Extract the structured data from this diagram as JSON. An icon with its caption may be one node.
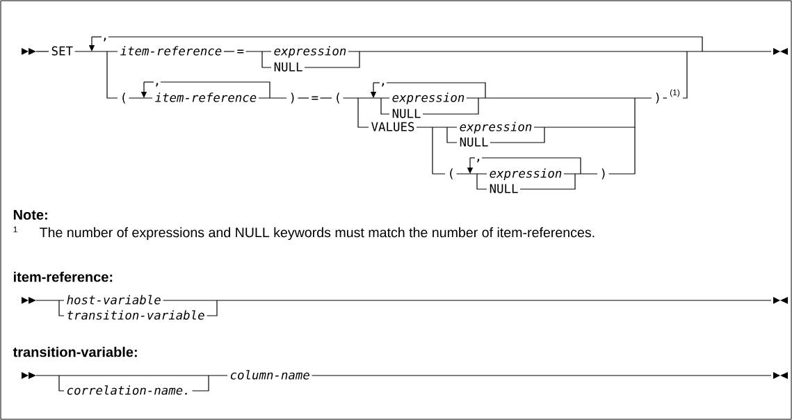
{
  "diagram": {
    "labels": [
      "SET",
      ",",
      "item-reference",
      "=",
      "expression",
      "NULL",
      "(",
      ",",
      "item-reference",
      ")",
      "=",
      "(",
      ",",
      "expression",
      "NULL",
      ")",
      "(1)",
      "VALUES",
      "expression",
      "NULL",
      "(",
      ",",
      "expression",
      ")",
      "NULL",
      "Note:",
      "1",
      "The number of expressions and NULL keywords must match the number of item-references.",
      "item-reference:",
      "host-variable",
      "transition-variable",
      "transition-variable:",
      "correlation-name.",
      "column-name"
    ]
  }
}
